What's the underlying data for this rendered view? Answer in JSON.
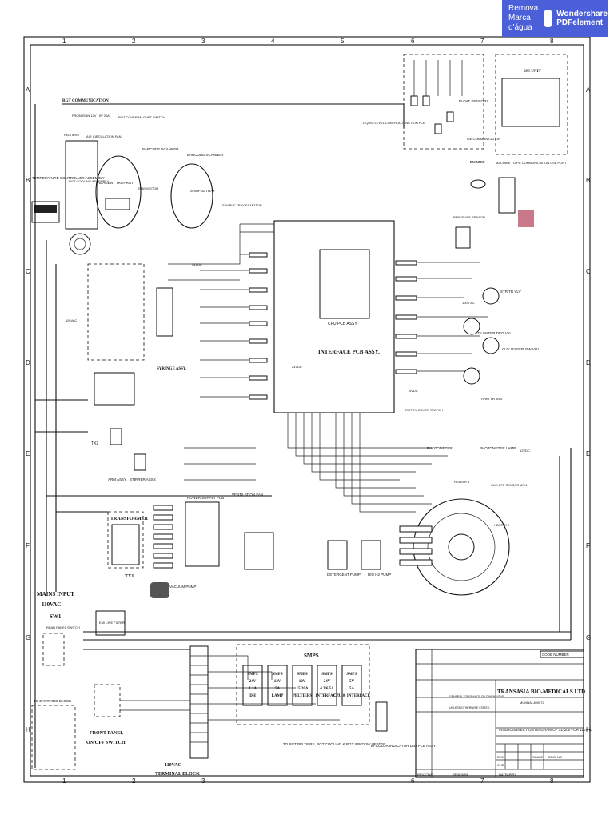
{
  "watermark": {
    "remove": "Remova Marca d'água",
    "brand1": "Wondershare",
    "brand2": "PDFelement"
  },
  "grid": {
    "cols": [
      "1",
      "2",
      "3",
      "4",
      "5",
      "6",
      "7",
      "8"
    ],
    "rows": [
      "A",
      "B",
      "C",
      "D",
      "E",
      "F",
      "G",
      "H"
    ]
  },
  "labels": {
    "rgt_comm": "RGT COMMUNICATION",
    "from_isolation": "FROM ISBN 12V | 5V 20A",
    "rgt_cover_switch": "RGT COVER MAGNET SWITCH",
    "peltiers": "PELTIERS",
    "air_circ_fan": "AIR CIRCULATION FAN",
    "temp_controller": "TEMPERATURE CONTROLLER ASSEMBLY",
    "rgt_cooling": "RGT COOLING ASSEMBLY",
    "reagent_tray": "REAGENT TRAY-RGT",
    "barcode_scanner": "BARCODE SCANNER",
    "barcode_scanner2": "BARCODE SCANNER",
    "sample_tray": "SAMPLE TRAY",
    "sample_tray_motor": "SAMPLE TRAY ST MOTOR",
    "tray_motor": "TRAY MOTOR",
    "liquid_level": "LIQUID LEVEL CONTROL JUNCTION PCB",
    "float_sensors": "FLOAT SENSORS",
    "ise_unit": "ISE UNIT",
    "ise_comm": "ISE COMMUNICATION",
    "buzzer": "BUZZER",
    "machine_to_pc": "MACHINE TO PC COMMUNICATION USB PORT",
    "pressure_sensor": "PRESSURE SENSOR",
    "cpu_pcb": "CPU PCB ASSY.",
    "interface_pcb": "INTERFACE PCB ASSY.",
    "syringe_assy": "SYRINGE ASSY.",
    "str_tr_vlv": "STR TR VLV",
    "di_water_vlv": "DI WATER DEG VAL",
    "cuv_overflow": "CUV OVERFLOW VLV",
    "arm_tr_vlv": "ARM TR VLV",
    "rgt_tv_switch": "RGT TV COVER SWITCH",
    "photometer": "PHOTOMETER",
    "photometer_lamp": "PHOTOMETER LAMP",
    "cutoff_sensor": "CUT-OFF SENSOR UP/4",
    "heater3": "HEATER 3",
    "heater2": "HEATER 2",
    "arm_assy": "ARM ASSY.",
    "stirrer_assy": "STIRRER ASSY.",
    "transformer": "TRANSFORMER",
    "tx1": "TX1",
    "power_supply_pcb": "POWER SUPPLY PCB",
    "ventilation_fan": "VENTILATION FAN",
    "vacuum_pump": "VACUUM PUMP",
    "detergent_pump": "DETERGENT PUMP",
    "dio_h2_pump": "DIO H2 PUMP",
    "mains_input": "MAINS INPUT",
    "mains_voltage": "110VAC",
    "sw1": "SW1",
    "rear_panel_switch": "REAR PANEL SWITCH",
    "front_panel": "FRONT PANEL",
    "on_off_switch": "ON/OFF SWITCH",
    "to_earthing": "TO EARTHING BLOCK",
    "terminal_block_v": "110VAC",
    "terminal_block": "TERMINAL BLOCK",
    "smps": "SMPS",
    "smps_units": [
      {
        "l1": "SMPS",
        "l2": "24V",
        "l3": "1.1A",
        "l4": "DH"
      },
      {
        "l1": "SMPS",
        "l2": "12V",
        "l3": "5A",
        "l4": "LAMP"
      },
      {
        "l1": "SMPS",
        "l2": "12V",
        "l3": "15/20A",
        "l4": "PELTIERS"
      },
      {
        "l1": "SMPS",
        "l2": "24V",
        "l3": "4.2/6.5A",
        "l4": "INTERFACE"
      },
      {
        "l1": "SMPS",
        "l2": "5V",
        "l3": "5A",
        "l4": "CPU & INTERFACE"
      }
    ],
    "to_rgt_peltiers": "TO RGT PELTIERS, RGT COOLING & RGT WINDOW HEATER",
    "bi_color_led": "BI-COLOR INDICATOR LED PCB ASSY.",
    "emi_filter": "EMI LINE FILTER",
    "v110ac": "110VAC",
    "v24dc": "24VDC",
    "v12dc": "12VDC",
    "v5dc": "5VDC",
    "v100ac": "100V AC"
  },
  "title_block": {
    "code_number": "CODE NUMBER",
    "company": "TRANSASIA BIO-MEDICALS LTD",
    "address": "MUMBAI-400072",
    "drawing_title": "INTERCONNECTION DIAGRAM OF XL-200 FOR 110VAC",
    "drg_no": "DRG. NO",
    "scale": "SCALE",
    "rev": "REV",
    "zone": "ZONE",
    "revision": "REVISION",
    "date": "DATE",
    "appd": "APPD",
    "drn": "DRN",
    "chd": "CHD",
    "apd": "APD",
    "tolerance": "GENERAL TOLERANCE ON DIMENSIONS",
    "unless": "UNLESS OTHERWISE STATED"
  }
}
